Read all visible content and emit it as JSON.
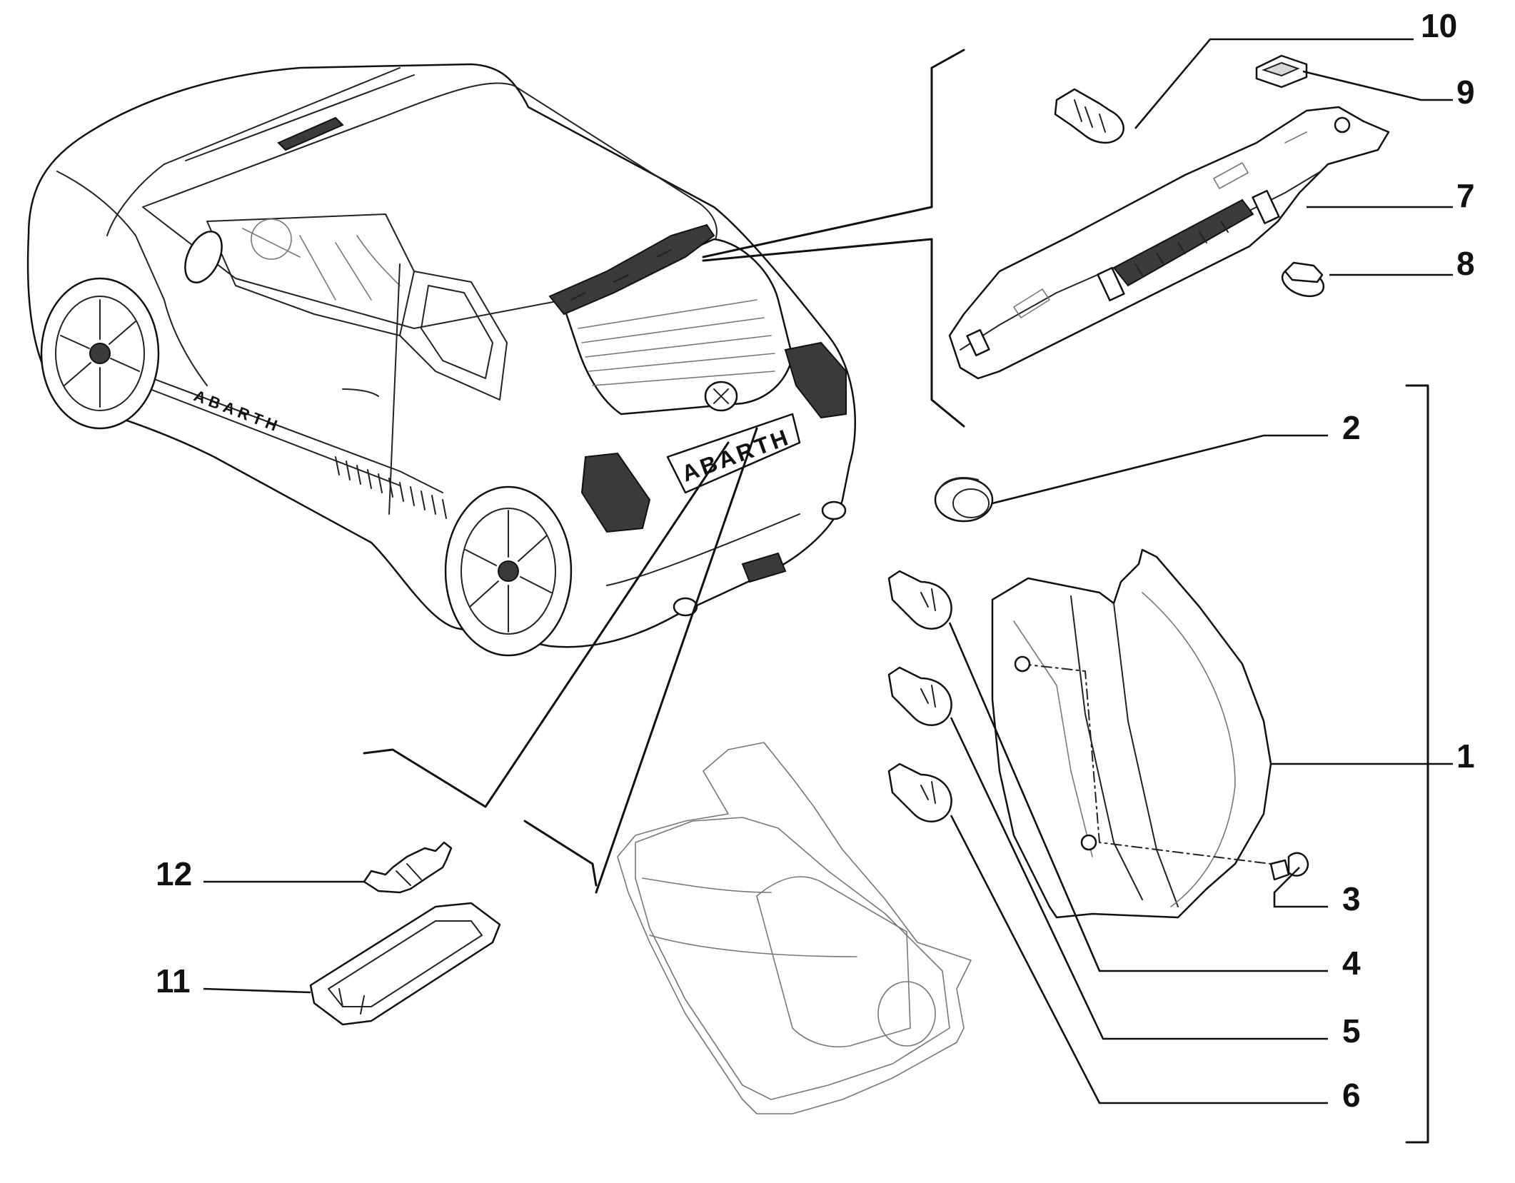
{
  "diagram": {
    "callouts": [
      {
        "id": "1",
        "label": "1"
      },
      {
        "id": "2",
        "label": "2"
      },
      {
        "id": "3",
        "label": "3"
      },
      {
        "id": "4",
        "label": "4"
      },
      {
        "id": "5",
        "label": "5"
      },
      {
        "id": "6",
        "label": "6"
      },
      {
        "id": "7",
        "label": "7"
      },
      {
        "id": "8",
        "label": "8"
      },
      {
        "id": "9",
        "label": "9"
      },
      {
        "id": "10",
        "label": "10"
      },
      {
        "id": "11",
        "label": "11"
      },
      {
        "id": "12",
        "label": "12"
      }
    ],
    "badges": {
      "plate": "ABARTH",
      "side": "ABARTH"
    }
  }
}
